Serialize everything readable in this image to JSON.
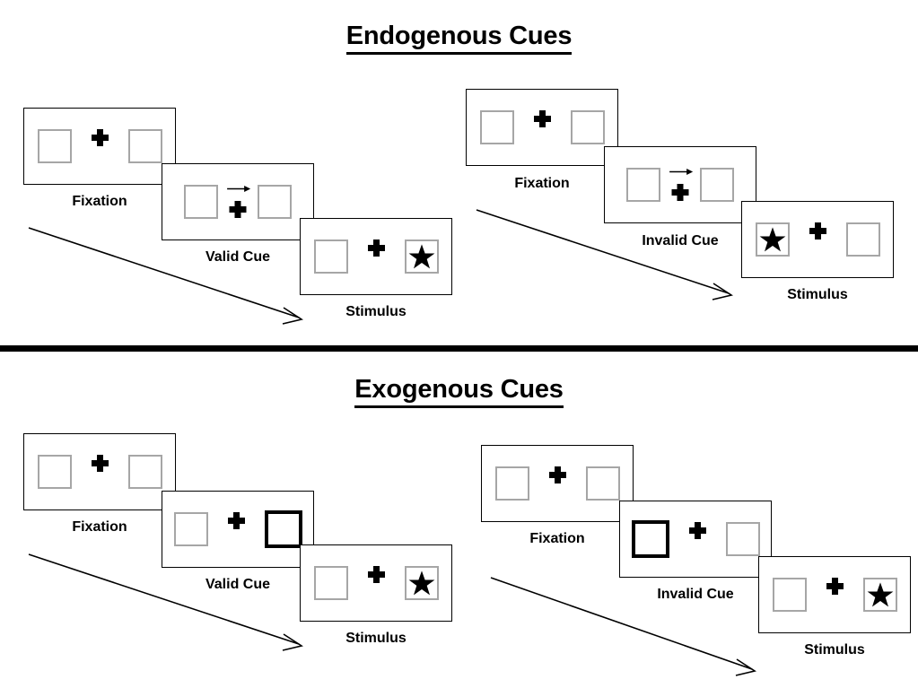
{
  "figure": {
    "title_top": "Endogenous Cues",
    "title_bottom": "Exogenous Cues",
    "caption_fixation": "Fixation",
    "caption_valid": "Valid Cue",
    "caption_invalid": "Invalid Cue",
    "caption_stimulus": "Stimulus"
  },
  "colors": {
    "box_outline": "#a6a6a6",
    "cued_box_outline": "#000000",
    "panel_border": "#000000",
    "fixation_cross": "#000000",
    "star": "#000000",
    "divider": "#000000",
    "background": "#ffffff"
  },
  "sections": [
    {
      "id": "endogenous",
      "title": "Endogenous Cues",
      "cue_type": "central-arrow",
      "sequences": [
        {
          "id": "endogenous-valid",
          "validity": "valid",
          "cue_caption": "Valid Cue",
          "frames": [
            {
              "caption": "Fixation",
              "left_box": "empty",
              "right_box": "empty",
              "center": "cross",
              "cue_direction": ""
            },
            {
              "caption": "Valid Cue",
              "left_box": "empty",
              "right_box": "empty",
              "center": "cross+arrow",
              "cue_direction": "right"
            },
            {
              "caption": "Stimulus",
              "left_box": "empty",
              "right_box": "star",
              "center": "cross",
              "cue_direction": ""
            }
          ]
        },
        {
          "id": "endogenous-invalid",
          "validity": "invalid",
          "cue_caption": "Invalid Cue",
          "frames": [
            {
              "caption": "Fixation",
              "left_box": "empty",
              "right_box": "empty",
              "center": "cross",
              "cue_direction": ""
            },
            {
              "caption": "Invalid Cue",
              "left_box": "empty",
              "right_box": "empty",
              "center": "cross+arrow",
              "cue_direction": "right"
            },
            {
              "caption": "Stimulus",
              "left_box": "star",
              "right_box": "empty",
              "center": "cross",
              "cue_direction": ""
            }
          ]
        }
      ]
    },
    {
      "id": "exogenous",
      "title": "Exogenous Cues",
      "cue_type": "peripheral-box",
      "sequences": [
        {
          "id": "exogenous-valid",
          "validity": "valid",
          "cue_caption": "Valid Cue",
          "frames": [
            {
              "caption": "Fixation",
              "left_box": "empty",
              "right_box": "empty",
              "center": "cross",
              "cue_direction": ""
            },
            {
              "caption": "Valid Cue",
              "left_box": "empty",
              "right_box": "cued",
              "center": "cross",
              "cue_direction": "right"
            },
            {
              "caption": "Stimulus",
              "left_box": "empty",
              "right_box": "star",
              "center": "cross",
              "cue_direction": ""
            }
          ]
        },
        {
          "id": "exogenous-invalid",
          "validity": "invalid",
          "cue_caption": "Invalid Cue",
          "frames": [
            {
              "caption": "Fixation",
              "left_box": "empty",
              "right_box": "empty",
              "center": "cross",
              "cue_direction": ""
            },
            {
              "caption": "Invalid Cue",
              "left_box": "cued",
              "right_box": "empty",
              "center": "cross",
              "cue_direction": "left"
            },
            {
              "caption": "Stimulus",
              "left_box": "empty",
              "right_box": "star",
              "center": "cross",
              "cue_direction": ""
            }
          ]
        }
      ]
    }
  ],
  "icons": {
    "fixation_cross": "plus-cross-icon",
    "target_star": "star-icon",
    "endogenous_cue": "right-arrow-icon",
    "time_flow": "diagonal-arrow-icon"
  }
}
